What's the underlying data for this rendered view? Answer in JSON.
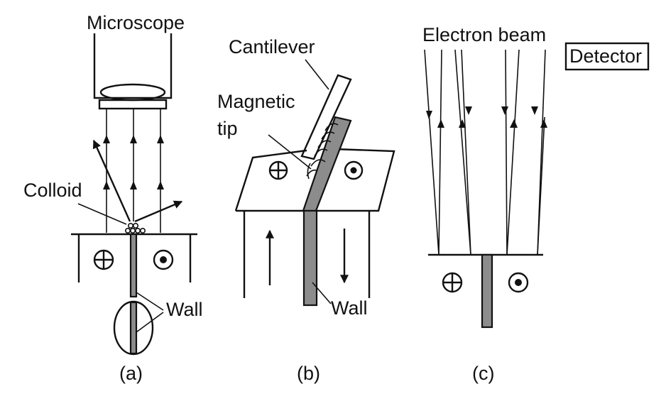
{
  "panel_a": {
    "microscope_label": "Microscope",
    "colloid_label": "Colloid",
    "wall_label": "Wall",
    "caption": "(a)"
  },
  "panel_b": {
    "cantilever_label": "Cantilever",
    "magnetic_label": "Magnetic",
    "tip_label": "tip",
    "wall_label": "Wall",
    "caption": "(b)"
  },
  "panel_c": {
    "electron_beam_label": "Electron beam",
    "detector_label": "Detector",
    "caption": "(c)"
  },
  "symbols": {
    "into_page": "cross-circle-icon",
    "out_of_page": "dot-circle-icon"
  }
}
